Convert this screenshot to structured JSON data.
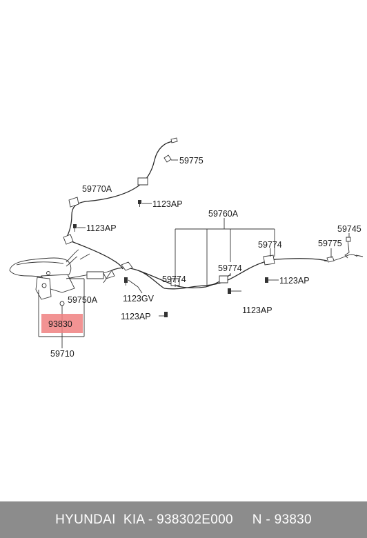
{
  "diagram": {
    "labels": {
      "p59775a": "59775",
      "p59770A": "59770A",
      "p1123AP_a": "1123AP",
      "p1123AP_b": "1123AP",
      "p59760A": "59760A",
      "p59745": "59745",
      "p59775b": "59775",
      "p59774a": "59774",
      "p59774b": "59774",
      "p59774c": "59774",
      "p1123AP_c": "1123AP",
      "p1123AP_d": "1123AP",
      "p1123AP_e": "1123AP",
      "p1123GV": "1123GV",
      "p59750A": "59750A",
      "p93830": "93830",
      "p59710": "59710"
    },
    "highlight_color": "#f08080"
  },
  "footer": {
    "text": "HYUNDAI  KIA - 938302E000     N - 93830"
  }
}
